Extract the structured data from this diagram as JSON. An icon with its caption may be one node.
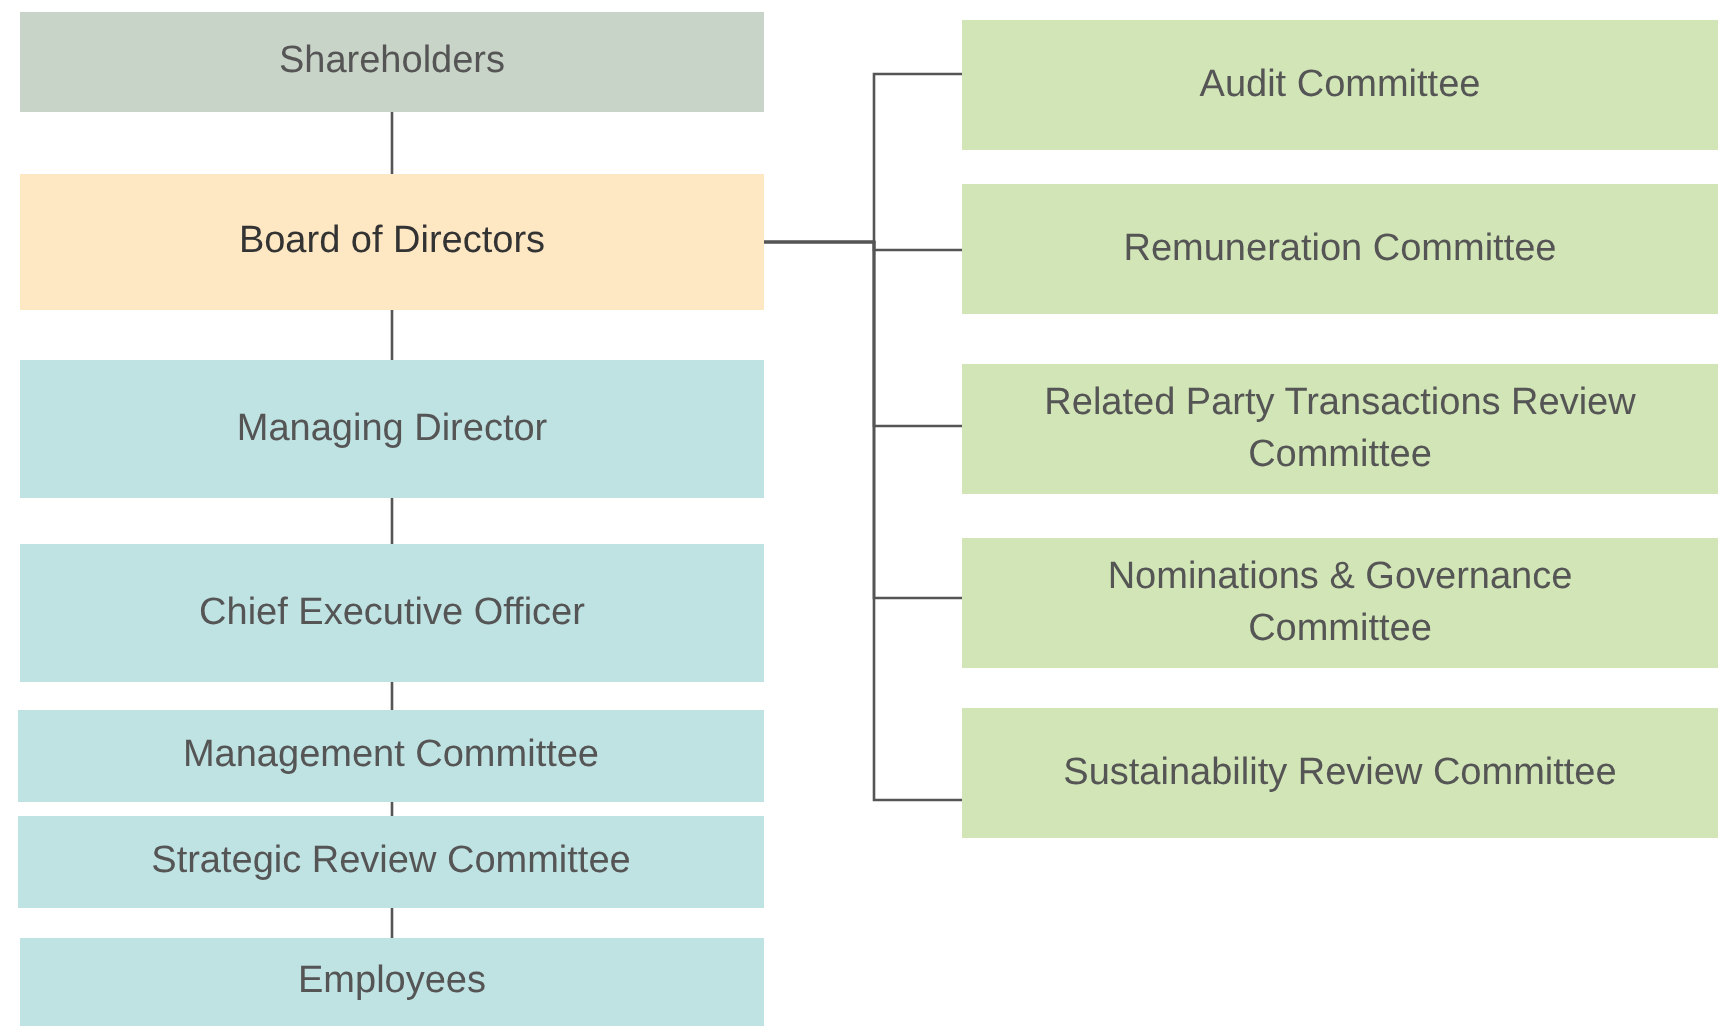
{
  "diagram": {
    "nodes": [
      {
        "text": [
          "Shareholders"
        ]
      },
      {
        "text": [
          "Board of Directors"
        ]
      },
      {
        "text": [
          "Managing Director"
        ]
      },
      {
        "text": [
          "Chief Executive Officer"
        ]
      },
      {
        "text": [
          "Management Committee"
        ]
      },
      {
        "text": [
          "Strategic Review Committee"
        ]
      },
      {
        "text": [
          "Employees"
        ]
      },
      {
        "text": [
          "Audit Committee"
        ]
      },
      {
        "text": [
          "Remuneration Committee"
        ]
      },
      {
        "text": [
          "Related Party Transactions Review Committee"
        ]
      },
      {
        "text": [
          "Nominations & Governance Committee"
        ]
      },
      {
        "text": [
          "Sustainability Review Committee"
        ]
      }
    ],
    "edges": [
      {
        "from": 0,
        "to": 1,
        "arrow": "none"
      },
      {
        "from": 1,
        "to": 2,
        "arrow": "none"
      },
      {
        "from": 2,
        "to": 3,
        "arrow": "none"
      },
      {
        "from": 3,
        "to": 4,
        "arrow": "none"
      },
      {
        "from": 4,
        "to": 5,
        "arrow": "none"
      },
      {
        "from": 5,
        "to": 6,
        "arrow": "none"
      },
      {
        "from": 1,
        "to": 7,
        "arrow": "none"
      },
      {
        "from": 1,
        "to": 8,
        "arrow": "none"
      },
      {
        "from": 1,
        "to": 9,
        "arrow": "none"
      },
      {
        "from": 1,
        "to": 10,
        "arrow": "none"
      },
      {
        "from": 1,
        "to": 11,
        "arrow": "none"
      }
    ]
  }
}
